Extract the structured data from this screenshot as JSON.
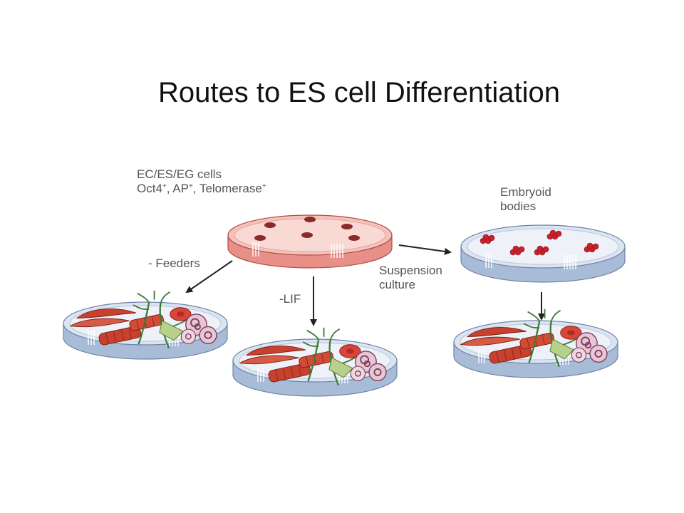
{
  "slide": {
    "title": "Routes to ES cell Differentiation"
  },
  "diagram": {
    "source_cells": {
      "line1": "EC/ES/EG cells",
      "marker1": "Oct4",
      "marker1_sup": "+",
      "sep1": ", ",
      "marker2": "AP",
      "marker2_sup": "+",
      "sep2": ", ",
      "marker3": "Telomerase",
      "marker3_sup": "+"
    },
    "embryoid": {
      "line1": "Embryoid",
      "line2": "bodies"
    },
    "arrows": {
      "feeders": "- Feeders",
      "lif": "-LIF",
      "suspension_line1": "Suspension",
      "suspension_line2": "culture"
    }
  },
  "colors": {
    "dish_pink": "#f2b6b0",
    "dish_blue": "#c9d6ea",
    "muscle_red": "#c8402e",
    "neuron_green": "#3f7a3a",
    "cluster_red": "#c8212e",
    "blood_purple": "#7a3e5c"
  }
}
